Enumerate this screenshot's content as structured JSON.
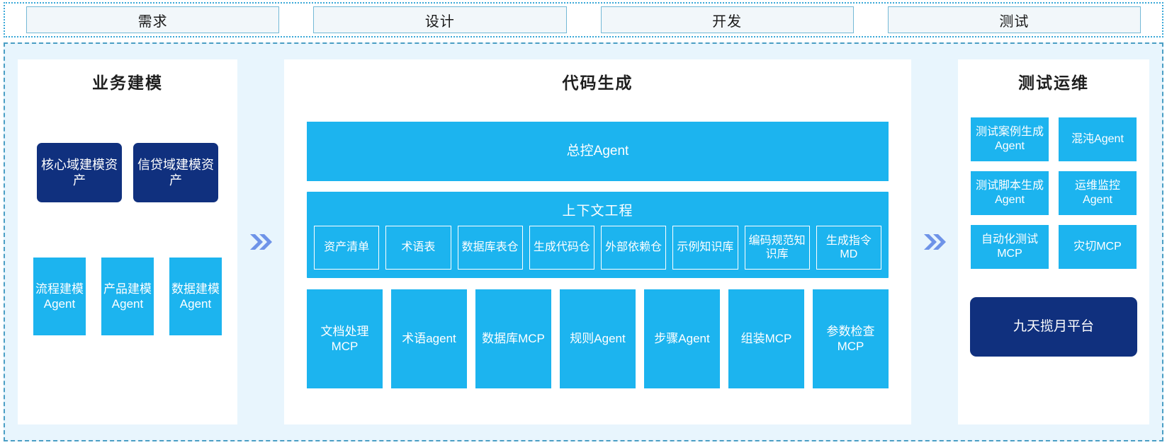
{
  "stages": {
    "items": [
      {
        "label": "需求"
      },
      {
        "label": "设计"
      },
      {
        "label": "开发"
      },
      {
        "label": "测试"
      }
    ]
  },
  "panels": {
    "left": {
      "title": "业务建模",
      "domain_assets": [
        {
          "label": "核心域建模资产"
        },
        {
          "label": "信贷域建模资产"
        }
      ],
      "agents": [
        {
          "label": "流程建模Agent"
        },
        {
          "label": "产品建模Agent"
        },
        {
          "label": "数据建模Agent"
        }
      ]
    },
    "middle": {
      "title": "代码生成",
      "master_agent": "总控Agent",
      "context_engineering": {
        "title": "上下文工程",
        "items": [
          {
            "label": "资产清单"
          },
          {
            "label": "术语表"
          },
          {
            "label": "数据库表仓"
          },
          {
            "label": "生成代码仓"
          },
          {
            "label": "外部依赖仓"
          },
          {
            "label": "示例知识库"
          },
          {
            "label": "编码规范知识库"
          },
          {
            "label": "生成指令MD"
          }
        ]
      },
      "tools": [
        {
          "label": "文档处理MCP"
        },
        {
          "label": "术语agent"
        },
        {
          "label": "数据库MCP"
        },
        {
          "label": "规则Agent"
        },
        {
          "label": "步骤Agent"
        },
        {
          "label": "组装MCP"
        },
        {
          "label": "参数检查MCP"
        }
      ]
    },
    "right": {
      "title": "测试运维",
      "items": [
        {
          "label": "测试案例生成Agent"
        },
        {
          "label": "混沌Agent"
        },
        {
          "label": "测试脚本生成Agent"
        },
        {
          "label": "运维监控Agent"
        },
        {
          "label": "自动化测试MCP"
        },
        {
          "label": "灾切MCP"
        }
      ],
      "platform": "九天揽月平台"
    }
  },
  "separators": {
    "icon": "double-chevron-right-icon",
    "glyph": "»"
  },
  "colors": {
    "accent_cyan": "#1cb4ef",
    "accent_navy": "#10307e",
    "background": "#e8f5fd",
    "chevron": "#6e93e8",
    "stage_border": "#74b9d6",
    "stage_fill": "#f2f7fa"
  }
}
